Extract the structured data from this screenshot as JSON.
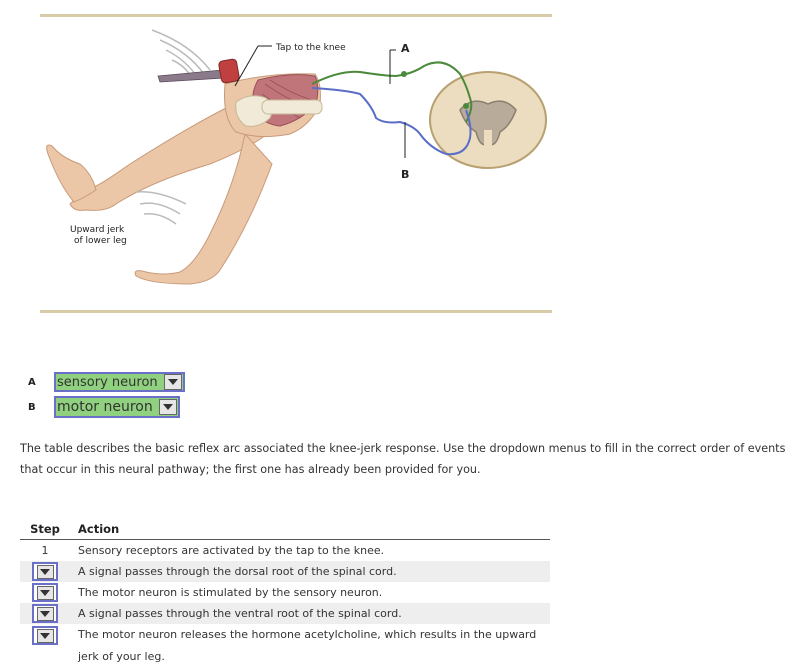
{
  "figure": {
    "labels": {
      "tap": "Tap to the knee",
      "a": "A",
      "b": "B",
      "jerk_line1": "Upward jerk",
      "jerk_line2": "of lower leg"
    },
    "colors": {
      "frame": "#d8cca6",
      "skin": "#ebc7a8",
      "sensory_neuron": "#4a8a3a",
      "motor_neuron": "#5a6ec8"
    }
  },
  "answers": [
    {
      "key": "A",
      "value": "sensory neuron"
    },
    {
      "key": "B",
      "value": "motor neuron"
    }
  ],
  "instructions": "The table describes the basic reflex arc associated the knee-jerk response. Use the dropdown menus to fill in the correct order of events that occur in this neural pathway; the first one has already been provided for you.",
  "table": {
    "headers": {
      "step": "Step",
      "action": "Action"
    },
    "rows": [
      {
        "step": "1",
        "action": "Sensory receptors are activated by the tap to the knee."
      },
      {
        "step": "",
        "action": "A signal passes through the dorsal root of the spinal cord."
      },
      {
        "step": "",
        "action": "The motor neuron is stimulated by the sensory neuron."
      },
      {
        "step": "",
        "action": "A signal passes through the ventral root of the spinal cord."
      },
      {
        "step": "",
        "action": "The motor neuron releases the hormone acetylcholine, which results in the upward jerk of your leg."
      }
    ]
  },
  "icons": {
    "dropdown": "chevron-down-icon"
  }
}
